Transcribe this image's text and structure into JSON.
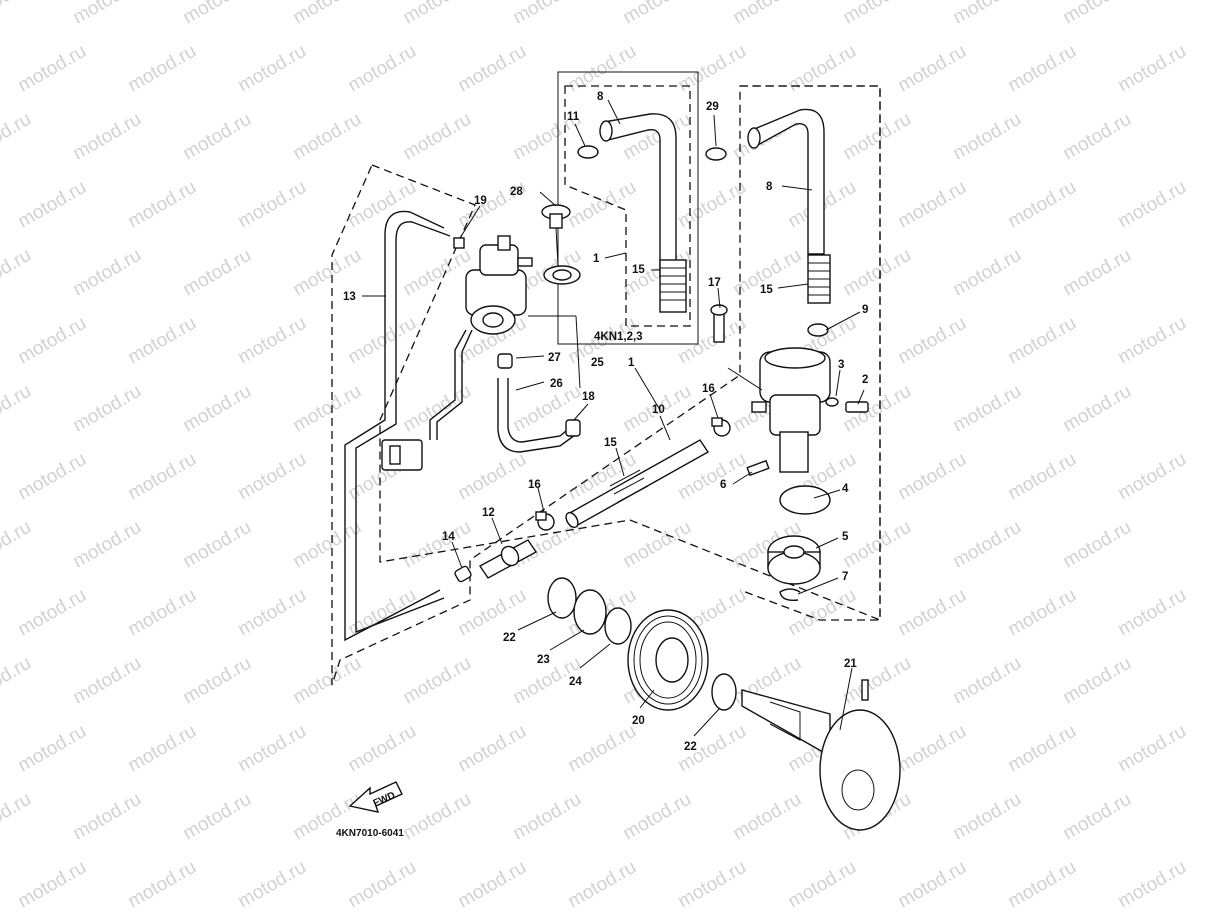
{
  "watermark": {
    "text": "motod.ru"
  },
  "diagram": {
    "variant_label": "4KN1,2,3",
    "drawing_code": "4KN7010-6041",
    "direction_badge": "FWD",
    "callouts": [
      {
        "id": "c-8a",
        "text": "8"
      },
      {
        "id": "c-11",
        "text": "11"
      },
      {
        "id": "c-29",
        "text": "29"
      },
      {
        "id": "c-8b",
        "text": "8"
      },
      {
        "id": "c-28",
        "text": "28"
      },
      {
        "id": "c-19",
        "text": "19"
      },
      {
        "id": "c-1a",
        "text": "1"
      },
      {
        "id": "c-15a",
        "text": "15"
      },
      {
        "id": "c-13",
        "text": "13"
      },
      {
        "id": "c-17",
        "text": "17"
      },
      {
        "id": "c-15b",
        "text": "15"
      },
      {
        "id": "c-9",
        "text": "9"
      },
      {
        "id": "c-27",
        "text": "27"
      },
      {
        "id": "c-25",
        "text": "25"
      },
      {
        "id": "c-26",
        "text": "26"
      },
      {
        "id": "c-1b",
        "text": "1"
      },
      {
        "id": "c-3",
        "text": "3"
      },
      {
        "id": "c-2",
        "text": "2"
      },
      {
        "id": "c-18",
        "text": "18"
      },
      {
        "id": "c-16a",
        "text": "16"
      },
      {
        "id": "c-10",
        "text": "10"
      },
      {
        "id": "c-15c",
        "text": "15"
      },
      {
        "id": "c-6",
        "text": "6"
      },
      {
        "id": "c-4",
        "text": "4"
      },
      {
        "id": "c-16b",
        "text": "16"
      },
      {
        "id": "c-12",
        "text": "12"
      },
      {
        "id": "c-5",
        "text": "5"
      },
      {
        "id": "c-14",
        "text": "14"
      },
      {
        "id": "c-7",
        "text": "7"
      },
      {
        "id": "c-22a",
        "text": "22"
      },
      {
        "id": "c-23",
        "text": "23"
      },
      {
        "id": "c-24",
        "text": "24"
      },
      {
        "id": "c-21",
        "text": "21"
      },
      {
        "id": "c-20",
        "text": "20"
      },
      {
        "id": "c-22b",
        "text": "22"
      }
    ]
  }
}
